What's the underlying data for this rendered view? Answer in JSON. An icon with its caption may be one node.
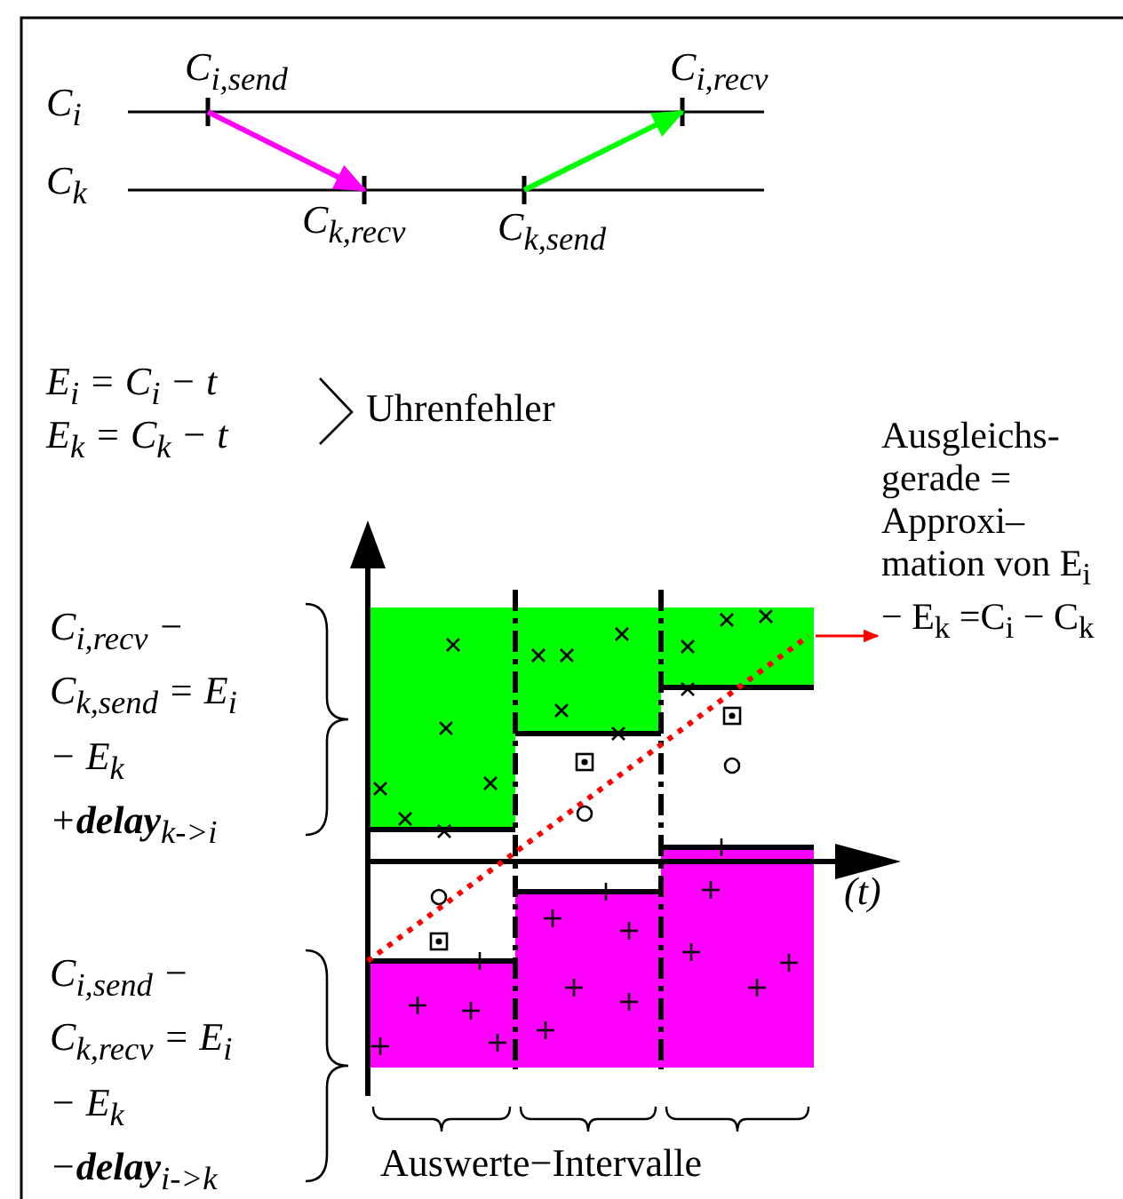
{
  "diagram": {
    "nodes": [
      {
        "text": [
          "C$_{i,send}$"
        ]
      },
      {
        "text": [
          "C$_{i,recv}$"
        ]
      },
      {
        "text": [
          "C$_{k,recv}$"
        ]
      },
      {
        "text": [
          "C$_{k,send}$"
        ]
      },
      {
        "text": [
          "Ausgleichs- gerade = Approxi– mation von E$_{i}$ − E$_{k}$ =C$_{i}$ − C$_{k}$"
        ]
      },
      {
        "text": [],
        "shape": "line"
      }
    ],
    "edges": [
      {
        "from": 0,
        "to": 2,
        "arrow": "to",
        "color": "#ff00ff"
      },
      {
        "from": 3,
        "to": 1,
        "arrow": "to",
        "color": "#00ff00"
      },
      {
        "from": 5,
        "to": 4,
        "arrow": "to",
        "color": "#ff0000"
      }
    ],
    "labels": [
      "C$_{i}$",
      "C$_{k}$",
      "E$_{i}$ = C$_{i}$ − t",
      "E$_{k}$ = C$_{k}$ − t",
      "Uhrenfehler",
      "C$_{i,recv}$ − C$_{k,send}$ = E$_{i}$ − E$_{k}$ +**delay**$_{k->i}$",
      "(t)",
      "C$_{i,send}$ − C$_{k,recv}$ = E$_{i}$ − E$_{k}$ −**delay**$_{i->k}$",
      "Auswerte−Intervalle"
    ]
  }
}
